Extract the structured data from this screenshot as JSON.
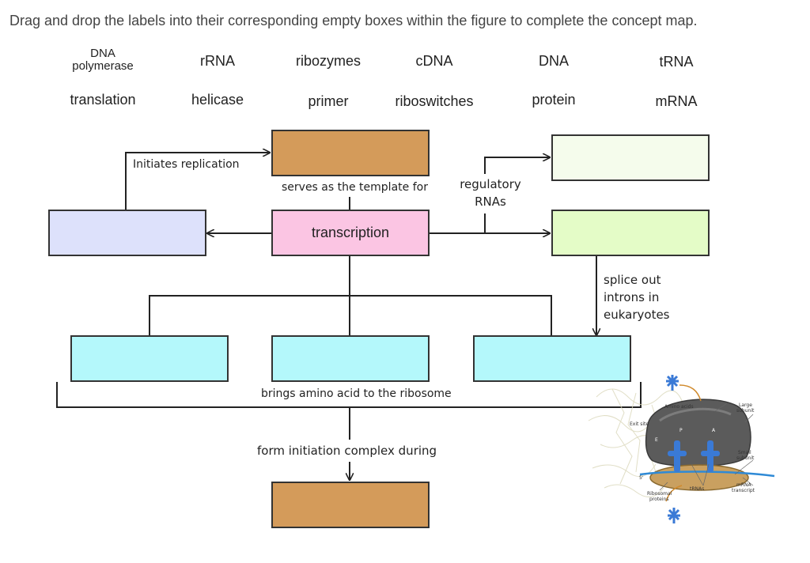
{
  "instructions": "Drag and drop the labels into their corresponding empty boxes within the figure to complete the concept map.",
  "labels": [
    {
      "id": "dna-polymerase",
      "text_line1": "DNA",
      "text_line2": "polymerase"
    },
    {
      "id": "rrna",
      "text": "rRNA"
    },
    {
      "id": "ribozymes",
      "text": "ribozymes"
    },
    {
      "id": "cdna",
      "text": "cDNA"
    },
    {
      "id": "dna",
      "text": "DNA"
    },
    {
      "id": "trna",
      "text": "tRNA"
    },
    {
      "id": "translation",
      "text": "translation"
    },
    {
      "id": "helicase",
      "text": "helicase"
    },
    {
      "id": "primer",
      "text": "primer"
    },
    {
      "id": "riboswitches",
      "text": "riboswitches"
    },
    {
      "id": "protein",
      "text": "protein"
    },
    {
      "id": "mrna",
      "text": "mRNA"
    }
  ],
  "boxes": {
    "top_center": {
      "color": "#d49b5a",
      "text": ""
    },
    "left": {
      "color": "#dde1fb",
      "text": ""
    },
    "center": {
      "color": "#fbc5e3",
      "text": "transcription"
    },
    "top_right": {
      "color": "#f5fcec",
      "text": ""
    },
    "right": {
      "color": "#e4fcc7",
      "text": ""
    },
    "bottom_left": {
      "color": "#b4f8fb",
      "text": ""
    },
    "bottom_center": {
      "color": "#b4f8fb",
      "text": ""
    },
    "bottom_right": {
      "color": "#b4f8fb",
      "text": ""
    },
    "final": {
      "color": "#d49b5a",
      "text": ""
    }
  },
  "link_labels": {
    "initiates": "Initiates replication",
    "template": "serves as the template for",
    "regulatory_line1": "regulatory",
    "regulatory_line2": "RNAs",
    "splice_line1": "splice out",
    "splice_line2": "introns in",
    "splice_line3": "eukaryotes",
    "brings": "brings amino acid to the ribosome",
    "form": "form initiation complex during"
  },
  "ribosome_figure": {
    "amino_acids": "Amino acids",
    "large_subunit_line1": "Large",
    "large_subunit_line2": "subunit",
    "exit_site": "Exit site",
    "e": "E",
    "p": "P",
    "a": "A",
    "small_subunit_line1": "Small",
    "small_subunit_line2": "subunit",
    "five_prime": "5'",
    "trnas": "tRNAs",
    "mrna_transcript_line1": "mRNA",
    "mrna_transcript_line2": "transcript",
    "ribosomal_proteins_line1": "Ribosomal",
    "ribosomal_proteins_line2": "proteins"
  }
}
